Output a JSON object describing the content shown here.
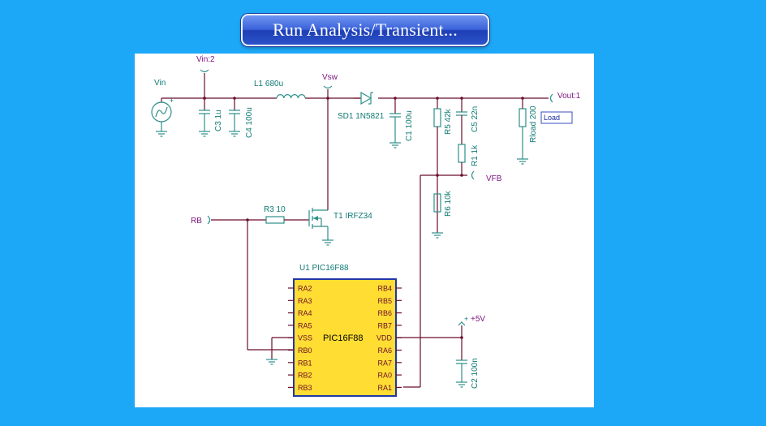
{
  "toolbar": {
    "run_analysis_label": "Run Analysis/Transient..."
  },
  "schematic": {
    "nets": {
      "vin": "Vin:2",
      "vsw": "Vsw",
      "vout": "Vout:1",
      "vfb": "VFB",
      "rb": "RB",
      "supply": "+5V"
    },
    "labels": {
      "source": "Vin",
      "c3": "C3 1u",
      "c4": "C4 100u",
      "l1": "L1 680u",
      "sd1": "SD1 1N5821",
      "c1": "C1 100u",
      "r5": "R5 42k",
      "c5": "C5 22n",
      "r1": "R1 1k",
      "rload": "Rload 200",
      "load_box": "Load",
      "r6": "R6 10k",
      "r3": "R3 10",
      "t1": "T1 IRFZ34",
      "u1": "U1 PIC16F88",
      "c2": "C2 100n"
    },
    "ic": {
      "name": "PIC16F88",
      "left_pins": [
        "RA2",
        "RA3",
        "RA4",
        "RA5",
        "VSS",
        "RB0",
        "RB1",
        "RB2",
        "RB3"
      ],
      "right_pins": [
        "RB4",
        "RB5",
        "RB6",
        "RB7",
        "VDD",
        "RA6",
        "RA7",
        "RA0",
        "RA1"
      ]
    },
    "colors": {
      "wire": "#6b0f2a",
      "component": "#2d8f8a",
      "ic_fill": "#ffdd33",
      "net_label": "#7c147f"
    }
  }
}
